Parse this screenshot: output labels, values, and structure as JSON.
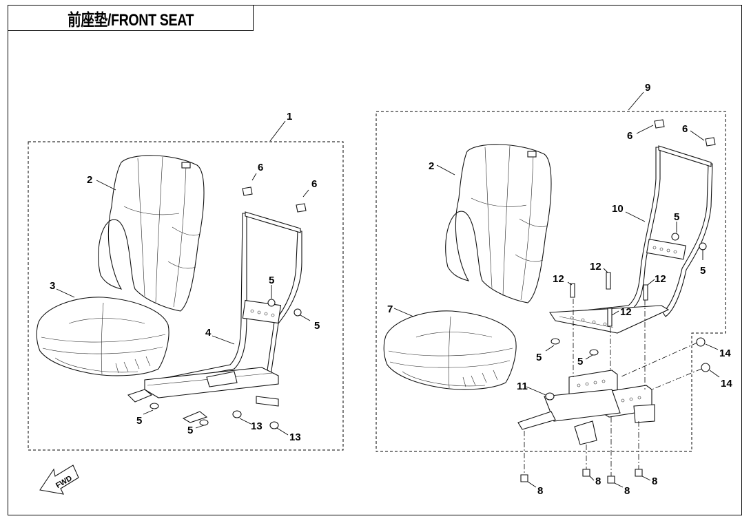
{
  "title": "前座垫/FRONT SEAT",
  "fwd_label": "FWD",
  "left_callouts": {
    "c1": "1",
    "c2": "2",
    "c3": "3",
    "c4": "4",
    "c5a": "5",
    "c5b": "5",
    "c5c": "5",
    "c5d": "5",
    "c6a": "6",
    "c6b": "6",
    "c13a": "13",
    "c13b": "13"
  },
  "right_callouts": {
    "c9": "9",
    "c2": "2",
    "c7": "7",
    "c10": "10",
    "c11": "11",
    "c6a": "6",
    "c6b": "6",
    "c5a": "5",
    "c5b": "5",
    "c5c": "5",
    "c5d": "5",
    "c12a": "12",
    "c12b": "12",
    "c12c": "12",
    "c12d": "12",
    "c14a": "14",
    "c14b": "14",
    "c8a": "8",
    "c8b": "8",
    "c8c": "8",
    "c8d": "8"
  }
}
